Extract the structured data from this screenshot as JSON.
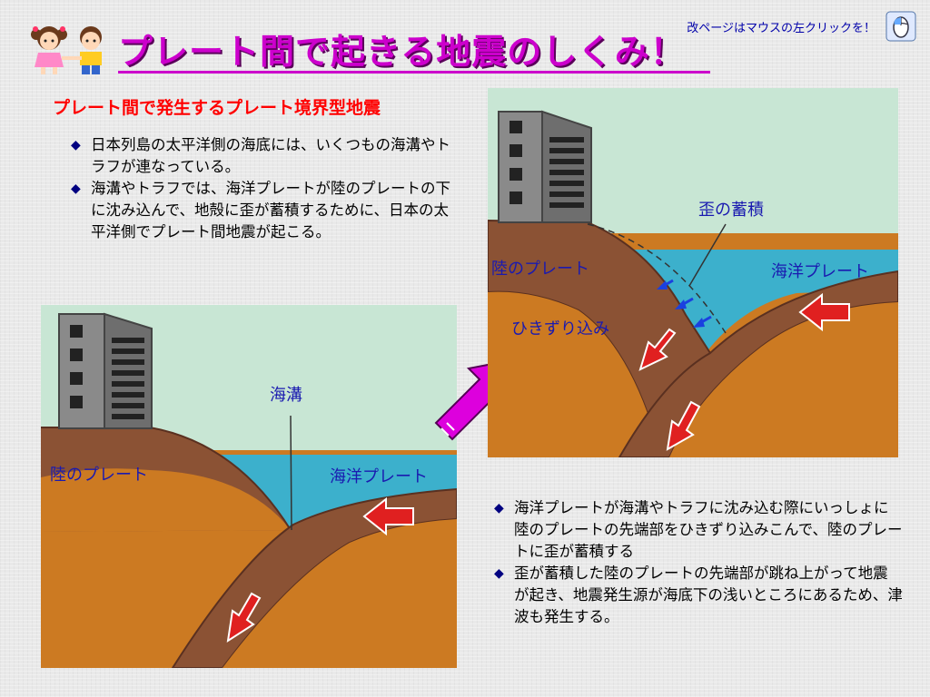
{
  "header": {
    "title": "プレート間で起きる地震のしくみ！",
    "hint": "改ページはマウスの左クリックを！",
    "colors": {
      "title": "#cc00cc",
      "subtitle": "#ff0000",
      "label": "#1a1ab0"
    }
  },
  "section": {
    "subtitle": "プレート間で発生するプレート境界型地震"
  },
  "bullets_top": [
    {
      "marker": "◆",
      "text": "日本列島の太平洋側の海底には、いくつもの海溝やトラフが連なっている。"
    },
    {
      "marker": "◆",
      "text": "海溝やトラフでは、海洋プレートが陸のプレートの下に沈み込んで、地殻に歪が蓄積するために、日本の太平洋側でプレート間地震が起こる。"
    }
  ],
  "bullets_bottom": [
    {
      "marker": "◆",
      "text": "海洋プレートが海溝やトラフに沈み込む際にいっしょに陸のプレートの先端部をひきずり込みこんで、陸のプレートに歪が蓄積する"
    },
    {
      "marker": "◆",
      "text": "歪が蓄積した陸のプレートの先端部が跳ね上がって地震が起き、地震発生源が海底下の浅いところにあるため、津波も発生する。"
    }
  ],
  "diagram1": {
    "trench_label": "海溝",
    "land_plate_label": "陸のプレート",
    "ocean_plate_label": "海洋プレート"
  },
  "diagram2": {
    "strain_label": "歪の蓄積",
    "land_plate_label": "陸のプレート",
    "ocean_plate_label": "海洋プレート",
    "drag_label": "ひきずり込み"
  },
  "icons": {
    "kids": "children-icon",
    "mouse": "mouse-icon",
    "arrow": "transition-arrow-icon"
  }
}
